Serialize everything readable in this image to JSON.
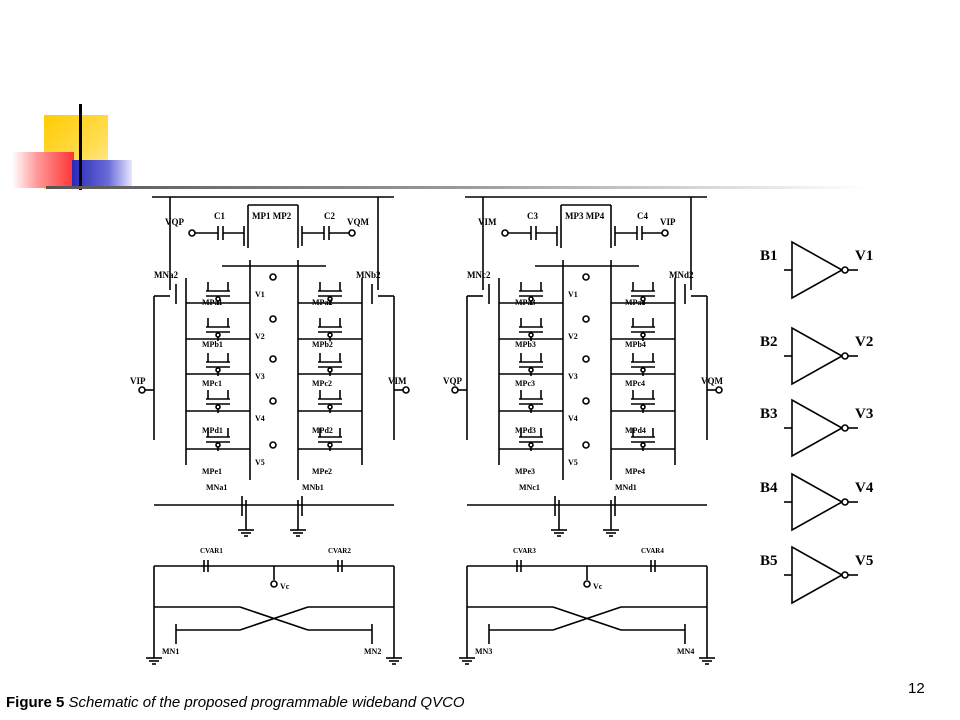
{
  "slide": {
    "page_number": "12",
    "caption_label": "Figure 5",
    "caption_text": "Schematic of the proposed programmable wideband QVCO"
  },
  "colors": {
    "accent_yellow": "#ffcc00",
    "accent_red": "#ff3333",
    "accent_blue": "#3333cc",
    "rule": "#999999"
  },
  "left_core": {
    "top_caps": [
      "C1",
      "C2"
    ],
    "top_nodes": [
      "VQP",
      "VQM"
    ],
    "top_pmos": "MP1 MP2",
    "side_nmos": [
      "MNa2",
      "MNb2"
    ],
    "side_inputs": [
      "VIP",
      "VIM"
    ],
    "left_pmos": [
      "MPa1",
      "MPb1",
      "MPc1",
      "MPd1",
      "MPe1"
    ],
    "right_pmos": [
      "MPa2",
      "MPb2",
      "MPc2",
      "MPd2",
      "MPe2"
    ],
    "bottom_nmos": [
      "MNa1",
      "MNb1"
    ],
    "varactors": [
      "CVAR1",
      "CVAR2"
    ],
    "tail": [
      "MN1",
      "MN2"
    ]
  },
  "right_core": {
    "top_caps": [
      "C3",
      "C4"
    ],
    "top_nodes": [
      "VIM",
      "VIP"
    ],
    "top_pmos": "MP3 MP4",
    "side_nmos": [
      "MNc2",
      "MNd2"
    ],
    "side_inputs": [
      "VQP",
      "VQM"
    ],
    "left_pmos": [
      "MPa3",
      "MPb3",
      "MPc3",
      "MPd3",
      "MPe3"
    ],
    "right_pmos": [
      "MPa4",
      "MPb4",
      "MPc4",
      "MPd4",
      "MPe4"
    ],
    "bottom_nmos": [
      "MNc1",
      "MNd1"
    ],
    "varactors": [
      "CVAR3",
      "CVAR4"
    ],
    "tail": [
      "MN3",
      "MN4"
    ]
  },
  "control_voltages": [
    "V1",
    "V2",
    "V3",
    "V4",
    "V5"
  ],
  "varactor_control": "Vc",
  "inverters": [
    {
      "input": "B1",
      "output": "V1"
    },
    {
      "input": "B2",
      "output": "V2"
    },
    {
      "input": "B3",
      "output": "V3"
    },
    {
      "input": "B4",
      "output": "V4"
    },
    {
      "input": "B5",
      "output": "V5"
    }
  ]
}
